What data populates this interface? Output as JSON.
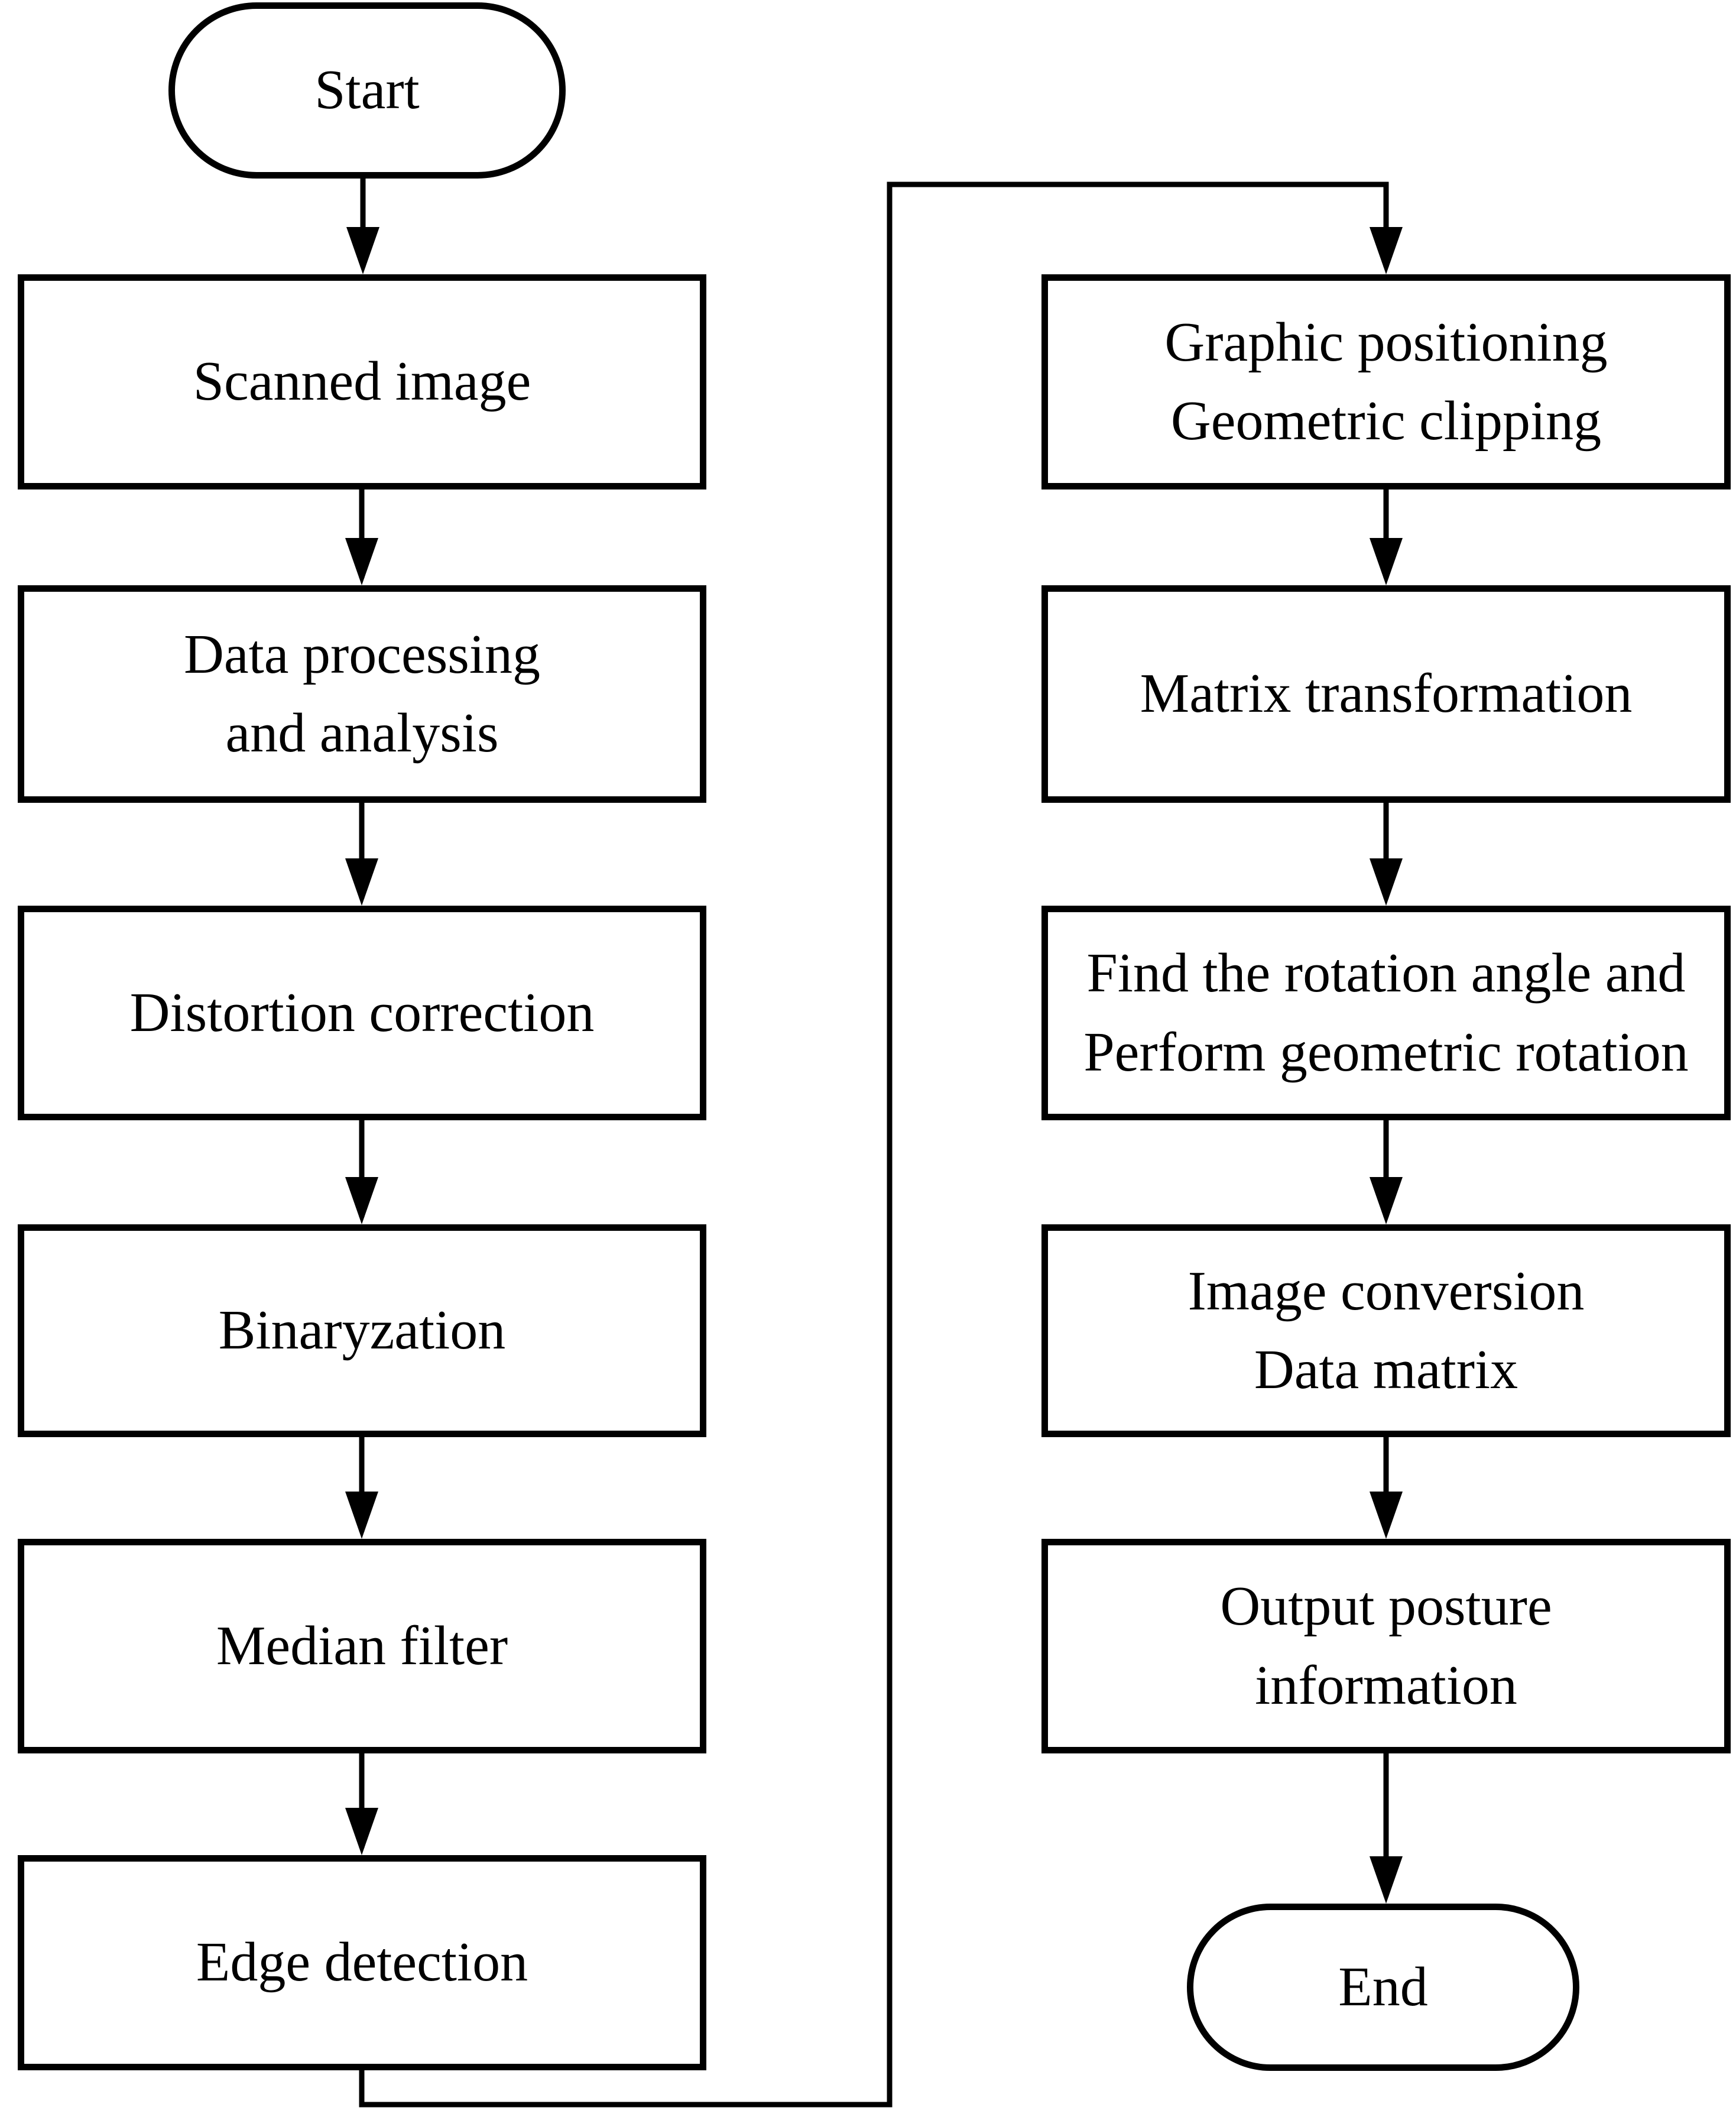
{
  "flowchart": {
    "background_color": "#ffffff",
    "line_color": "#000000",
    "text_color": "#000000",
    "nodes": {
      "start": {
        "label": "Start",
        "shape": "terminator"
      },
      "scanned_image": {
        "label": "Scanned image",
        "shape": "process"
      },
      "data_processing": {
        "label": "Data processing\nand analysis",
        "shape": "process"
      },
      "distortion_correction": {
        "label": "Distortion correction",
        "shape": "process"
      },
      "binaryzation": {
        "label": "Binaryzation",
        "shape": "process"
      },
      "median_filter": {
        "label": "Median filter",
        "shape": "process"
      },
      "edge_detection": {
        "label": "Edge detection",
        "shape": "process"
      },
      "graphic_positioning": {
        "label": "Graphic positioning\nGeometric clipping",
        "shape": "process"
      },
      "matrix_transformation": {
        "label": "Matrix transformation",
        "shape": "process"
      },
      "find_rotation": {
        "label": "Find the rotation angle and\nPerform geometric rotation",
        "shape": "process"
      },
      "image_conversion": {
        "label": "Image conversion\nData matrix",
        "shape": "process"
      },
      "output_posture": {
        "label": "Output posture\ninformation",
        "shape": "process"
      },
      "end": {
        "label": "End",
        "shape": "terminator"
      }
    },
    "edges": [
      {
        "from": "start",
        "to": "scanned_image"
      },
      {
        "from": "scanned_image",
        "to": "data_processing"
      },
      {
        "from": "data_processing",
        "to": "distortion_correction"
      },
      {
        "from": "distortion_correction",
        "to": "binaryzation"
      },
      {
        "from": "binaryzation",
        "to": "median_filter"
      },
      {
        "from": "median_filter",
        "to": "edge_detection"
      },
      {
        "from": "edge_detection",
        "to": "graphic_positioning"
      },
      {
        "from": "graphic_positioning",
        "to": "matrix_transformation"
      },
      {
        "from": "matrix_transformation",
        "to": "find_rotation"
      },
      {
        "from": "find_rotation",
        "to": "image_conversion"
      },
      {
        "from": "image_conversion",
        "to": "output_posture"
      },
      {
        "from": "output_posture",
        "to": "end"
      }
    ]
  }
}
